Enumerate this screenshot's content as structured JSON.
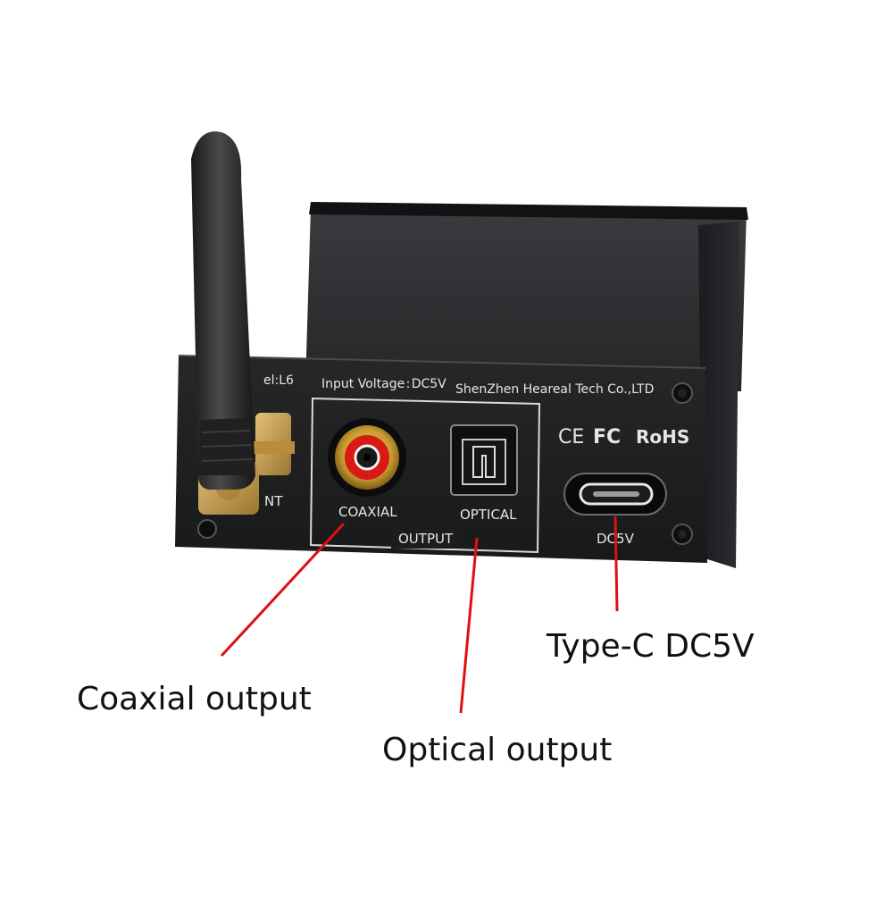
{
  "device": {
    "model_fragment": "el:L6",
    "input_voltage": "Input Voltage : DC5V",
    "maker": "ShenZhen Heareal Tech Co.,LTD",
    "antenna_label_fragment": "NT",
    "certifications": [
      "CE",
      "FC",
      "RoHS"
    ],
    "ports": {
      "coaxial": "COAXIAL",
      "optical": "OPTICAL",
      "group": "OUTPUT",
      "power": "DC5V"
    }
  },
  "callouts": {
    "coaxial": "Coaxial output",
    "optical": "Optical output",
    "typec": "Type-C DC5V"
  },
  "colors": {
    "leader_line": "#e01010",
    "body": "#2b2c2e",
    "faceplate": "#1f2022",
    "rca_gold": "#c99a2e",
    "rca_red": "#d81a14"
  }
}
